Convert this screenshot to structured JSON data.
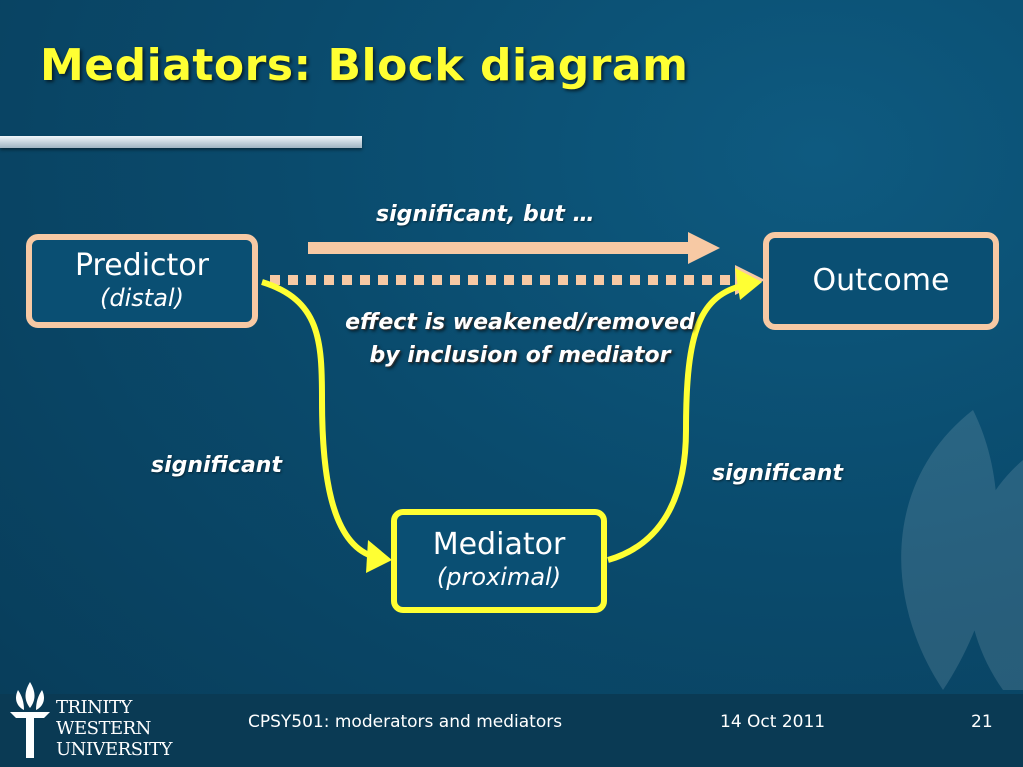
{
  "slide": {
    "title": "Mediators: Block diagram",
    "colors": {
      "title": "#ffff33",
      "box_border_primary": "#f7c9a4",
      "box_border_mediator": "#ffff33",
      "background": "#0a4b6d"
    }
  },
  "diagram": {
    "predictor": {
      "label": "Predictor",
      "sublabel": "(distal)"
    },
    "outcome": {
      "label": "Outcome"
    },
    "mediator": {
      "label": "Mediator",
      "sublabel": "(proximal)"
    },
    "direct_label": "significant, but …",
    "effect_note_line1": "effect is weakened/removed",
    "effect_note_line2": "by inclusion of mediator",
    "path_a_label": "significant",
    "path_b_label": "significant"
  },
  "footer": {
    "logo_line1": "TRINITY",
    "logo_line2": "WESTERN",
    "logo_line3": "UNIVERSITY",
    "course": "CPSY501: moderators and mediators",
    "date": "14 Oct 2011",
    "page": "21"
  }
}
